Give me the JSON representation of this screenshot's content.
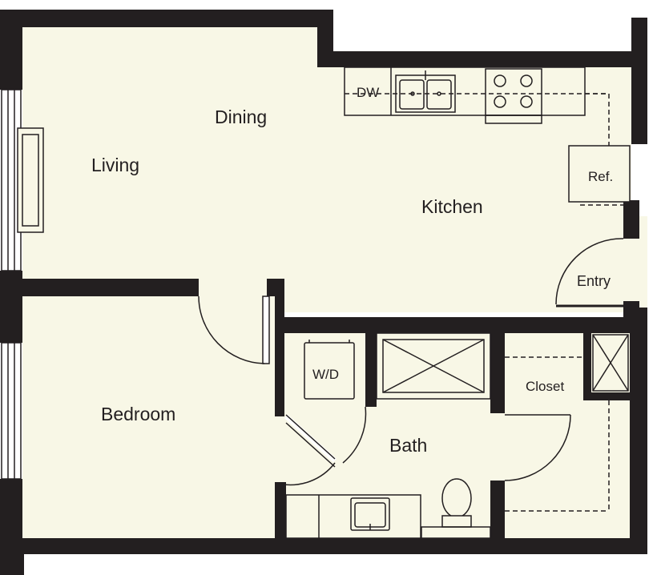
{
  "colors": {
    "wall": "#231f20",
    "floor": "#f8f7e6",
    "background": "#ffffff",
    "fixture_line": "#231f20"
  },
  "rooms": {
    "living": "Living",
    "dining": "Dining",
    "kitchen": "Kitchen",
    "entry": "Entry",
    "bedroom": "Bedroom",
    "bath": "Bath",
    "closet": "Closet"
  },
  "fixtures": {
    "dishwasher": "DW",
    "refrigerator": "Ref.",
    "washer_dryer": "W/D"
  }
}
